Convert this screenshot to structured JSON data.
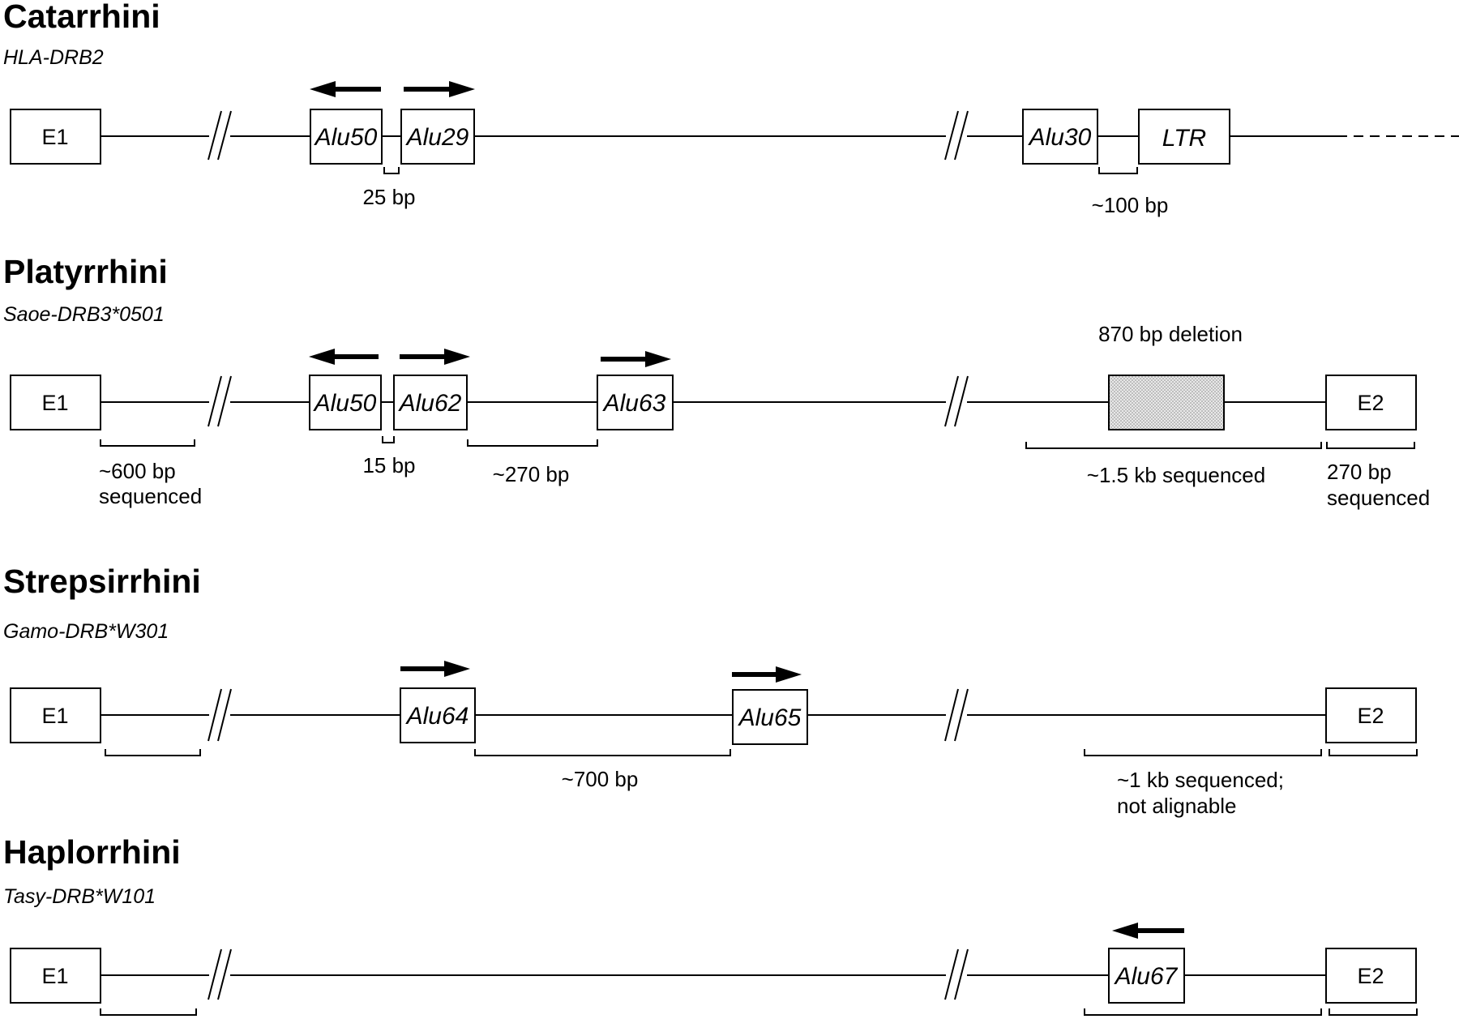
{
  "rows": [
    {
      "heading": "Catarrhini",
      "gene": "HLA-DRB2",
      "elements": {
        "E1": "E1",
        "Alu50": "Alu50",
        "Alu29": "Alu29",
        "Alu30": "Alu30",
        "LTR": "LTR"
      },
      "notes": {
        "gap_a": "25 bp",
        "gap_b": "~100 bp"
      }
    },
    {
      "heading": "Platyrrhini",
      "gene": "Saoe-DRB3*0501",
      "elements": {
        "E1": "E1",
        "Alu50": "Alu50",
        "Alu62": "Alu62",
        "Alu63": "Alu63",
        "E2": "E2"
      },
      "notes": {
        "deletion": "870 bp deletion",
        "seq600_1": "~600 bp",
        "seq600_2": "sequenced",
        "gap_a": "15 bp",
        "gap_b": "~270 bp",
        "seq15kb": "~1.5 kb sequenced",
        "seq270_1": "270 bp",
        "seq270_2": "sequenced"
      }
    },
    {
      "heading": "Strepsirrhini",
      "gene": "Gamo-DRB*W301",
      "elements": {
        "E1": "E1",
        "Alu64": "Alu64",
        "Alu65": "Alu65",
        "E2": "E2"
      },
      "notes": {
        "gap_a": "~700 bp",
        "seq1kb_1": "~1 kb sequenced;",
        "seq1kb_2": "not alignable"
      }
    },
    {
      "heading": "Haplorrhini",
      "gene": "Tasy-DRB*W101",
      "elements": {
        "E1": "E1",
        "Alu67": "Alu67",
        "E2": "E2"
      },
      "notes": {}
    }
  ]
}
